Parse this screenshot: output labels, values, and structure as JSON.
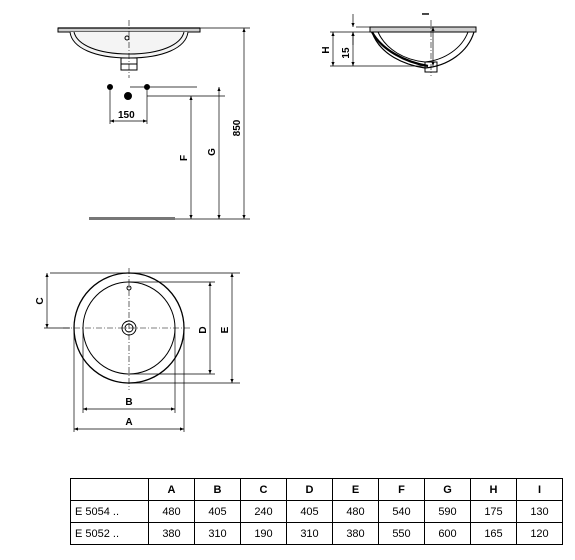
{
  "diagram": {
    "dim_150": "150",
    "dim_850": "850",
    "dim_H": "H",
    "dim_15": "15",
    "dim_I": "I",
    "dim_F": "F",
    "dim_G": "G",
    "dim_C": "C",
    "dim_D": "D",
    "dim_E": "E",
    "dim_A": "A",
    "dim_B": "B"
  },
  "table": {
    "headers": [
      "A",
      "B",
      "C",
      "D",
      "E",
      "F",
      "G",
      "H",
      "I"
    ],
    "rows": [
      {
        "model": "E 5054 ..",
        "values": [
          "480",
          "405",
          "240",
          "405",
          "480",
          "540",
          "590",
          "175",
          "130"
        ]
      },
      {
        "model": "E 5052 ..",
        "values": [
          "380",
          "310",
          "190",
          "310",
          "380",
          "550",
          "600",
          "165",
          "120"
        ]
      }
    ]
  }
}
